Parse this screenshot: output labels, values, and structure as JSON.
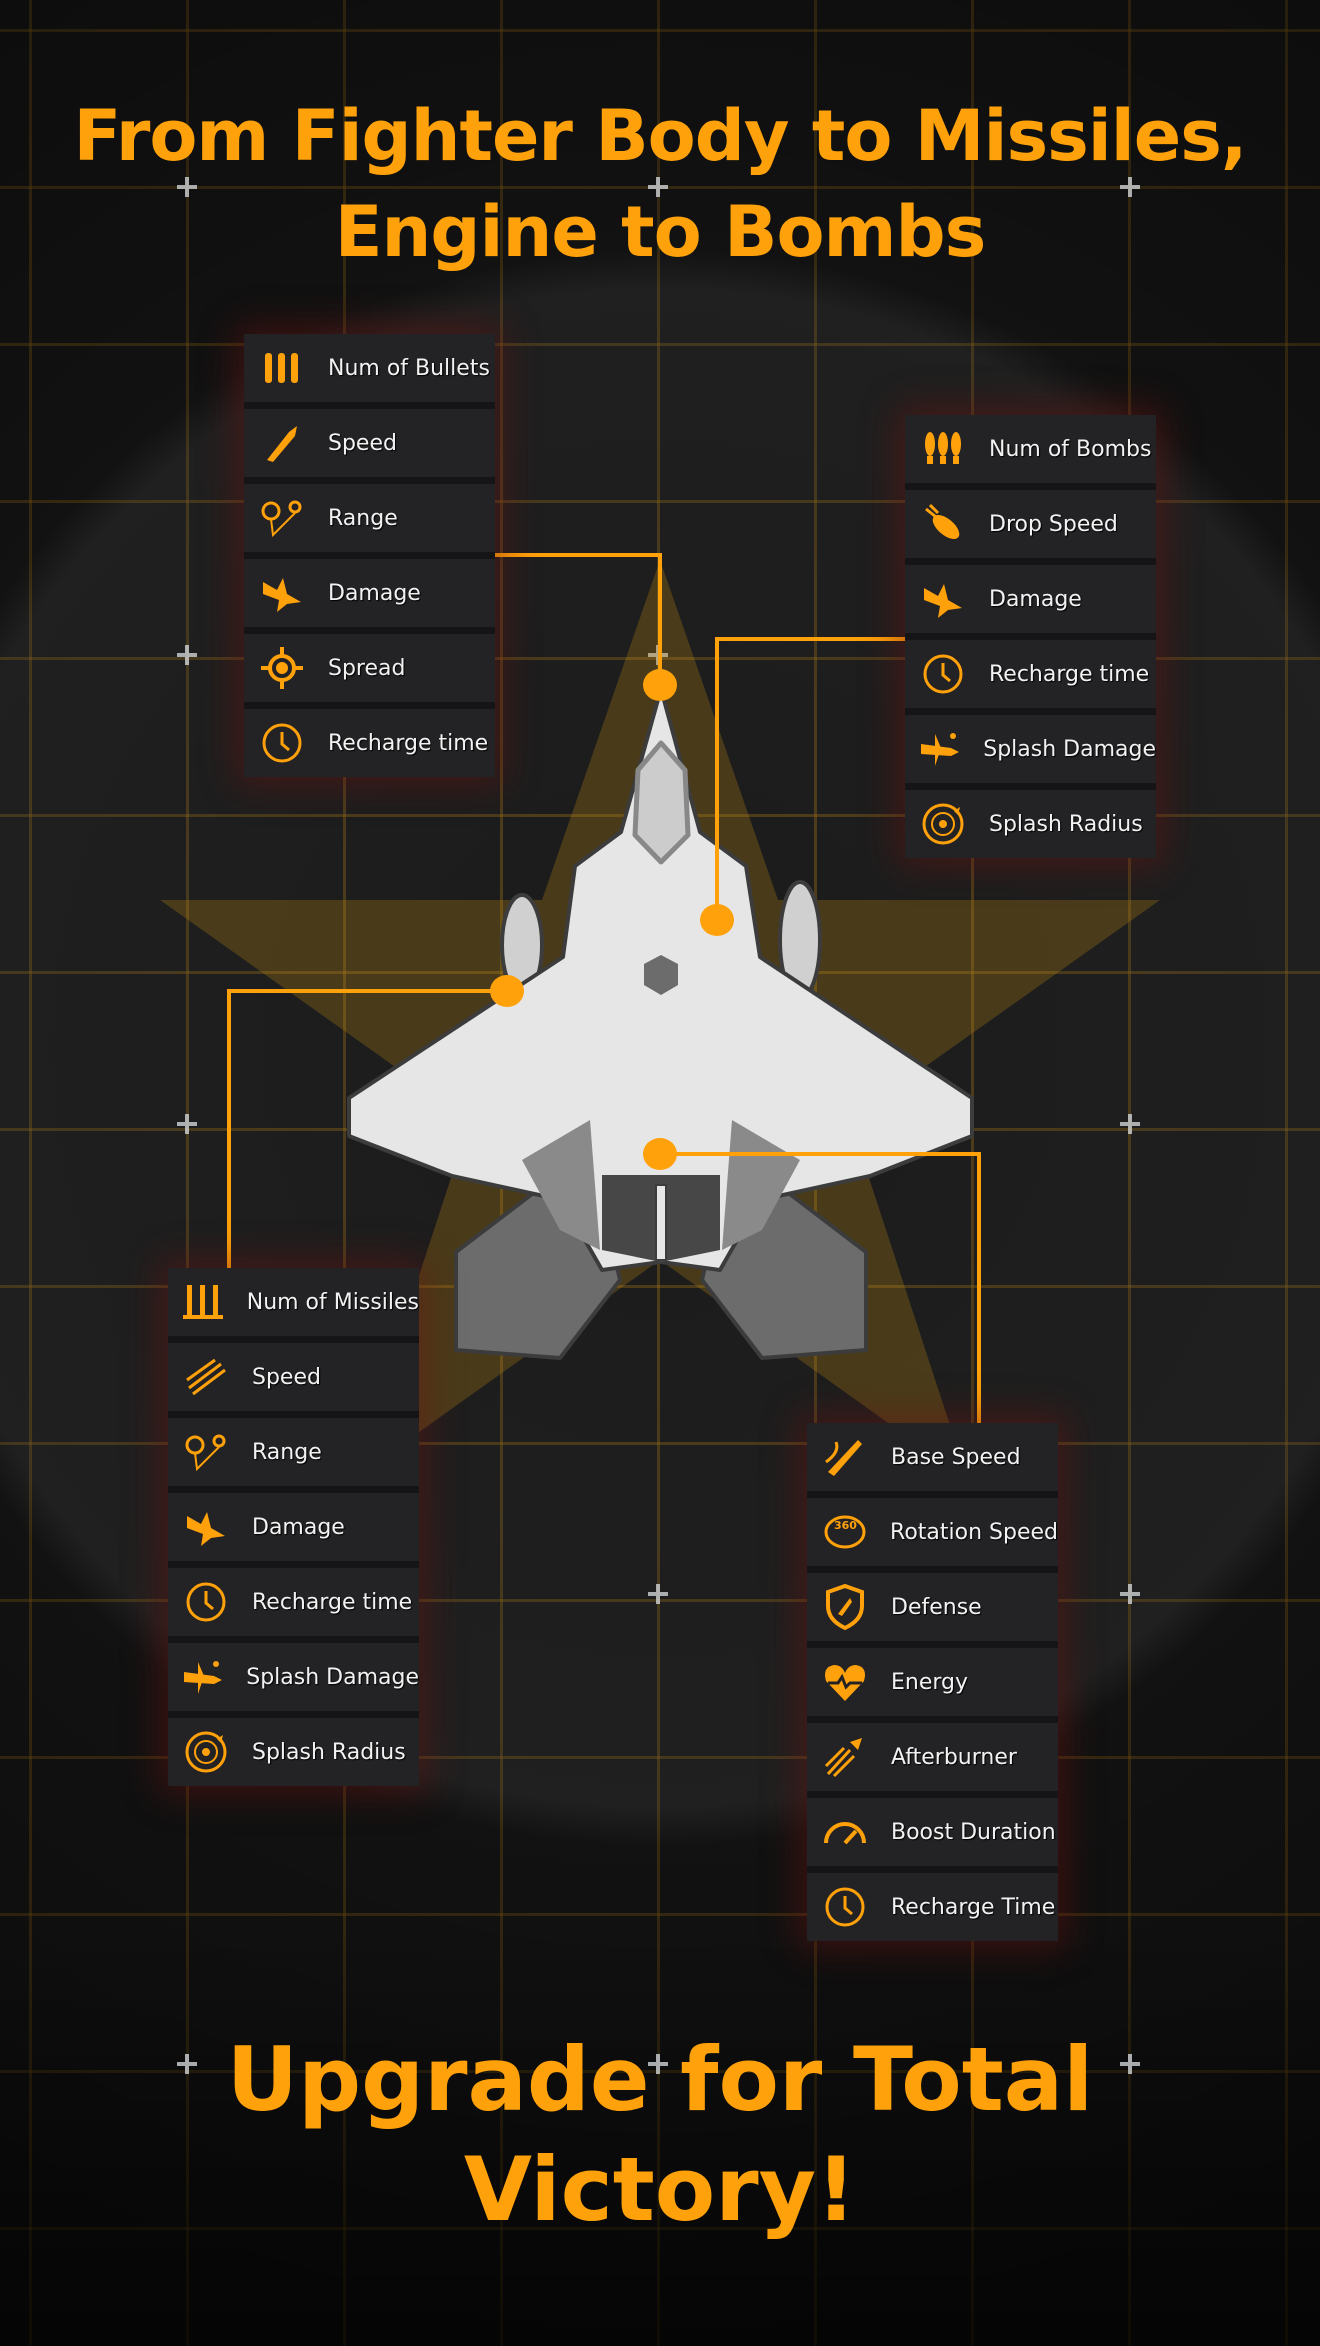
{
  "headline": {
    "line1": "From Fighter Body to Missiles,",
    "line2": "Engine to Bombs"
  },
  "footer": {
    "line1": "Upgrade for Total",
    "line2": "Victory!"
  },
  "colors": {
    "accent": "#ffa10a",
    "panel": "#232225",
    "background": "#1b1b1b"
  },
  "panels": {
    "bullets": {
      "items": [
        {
          "label": "Num of Bullets",
          "icon": "bullets-icon"
        },
        {
          "label": "Speed",
          "icon": "bullet-speed-icon"
        },
        {
          "label": "Range",
          "icon": "range-pin-icon"
        },
        {
          "label": "Damage",
          "icon": "damage-explosion-icon"
        },
        {
          "label": "Spread",
          "icon": "crosshair-icon"
        },
        {
          "label": "Recharge time",
          "icon": "clock-icon"
        }
      ]
    },
    "bombs": {
      "items": [
        {
          "label": "Num of Bombs",
          "icon": "bombs-icon"
        },
        {
          "label": "Drop Speed",
          "icon": "bomb-drop-icon"
        },
        {
          "label": "Damage",
          "icon": "damage-explosion-icon"
        },
        {
          "label": "Recharge time",
          "icon": "clock-icon"
        },
        {
          "label": "Splash Damage",
          "icon": "splash-damage-icon"
        },
        {
          "label": "Splash Radius",
          "icon": "radar-icon"
        }
      ]
    },
    "missiles": {
      "items": [
        {
          "label": "Num of Missiles",
          "icon": "missiles-icon"
        },
        {
          "label": "Speed",
          "icon": "missile-speed-icon"
        },
        {
          "label": "Range",
          "icon": "range-pin-icon"
        },
        {
          "label": "Damage",
          "icon": "damage-explosion-icon"
        },
        {
          "label": "Recharge time",
          "icon": "clock-icon"
        },
        {
          "label": "Splash Damage",
          "icon": "splash-damage-icon"
        },
        {
          "label": "Splash Radius",
          "icon": "radar-icon"
        }
      ]
    },
    "engine": {
      "items": [
        {
          "label": "Base Speed",
          "icon": "jet-speed-icon"
        },
        {
          "label": "Rotation Speed",
          "icon": "rotation-360-icon"
        },
        {
          "label": "Defense",
          "icon": "shield-icon"
        },
        {
          "label": "Energy",
          "icon": "heart-icon"
        },
        {
          "label": "Afterburner",
          "icon": "afterburner-icon"
        },
        {
          "label": "Boost Duration",
          "icon": "gauge-icon"
        },
        {
          "label": "Recharge Time",
          "icon": "clock-icon"
        }
      ]
    }
  }
}
